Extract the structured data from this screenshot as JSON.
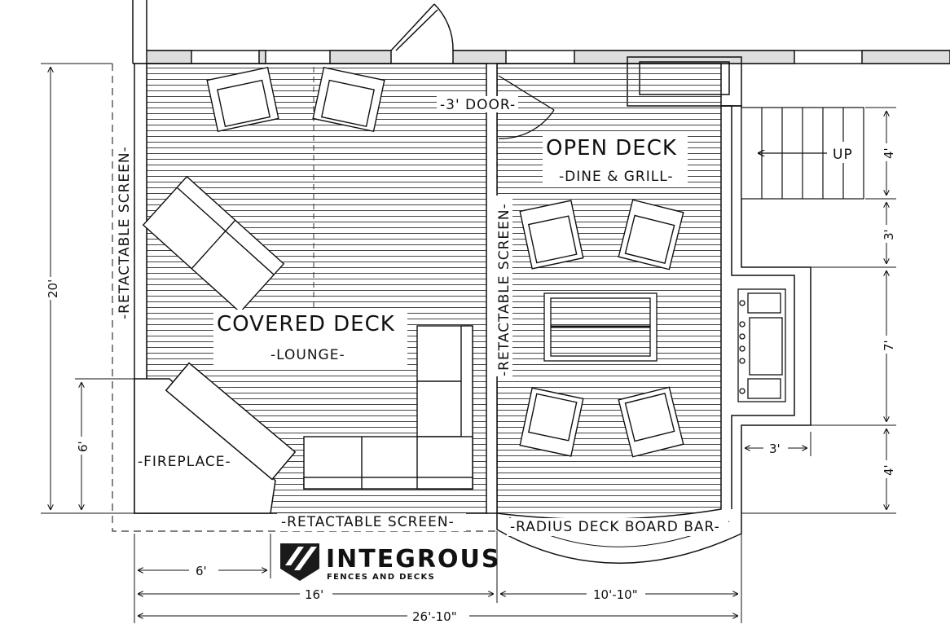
{
  "areas": {
    "covered_title": "COVERED DECK",
    "covered_sub": "-LOUNGE-",
    "open_title": "OPEN DECK",
    "open_sub": "-DINE & GRILL-",
    "fireplace": "-FIREPLACE-",
    "door": "-3' DOOR-",
    "up": "UP",
    "screen_left": "-RETACTABLE SCREEN-",
    "screen_mid": "-RETACTABLE SCREEN-",
    "screen_bottom": "-RETACTABLE SCREEN-",
    "bar": "-RADIUS DECK BOARD BAR-"
  },
  "dimensions": {
    "height_total": "20'",
    "fireplace_height": "6'",
    "fireplace_width": "6'",
    "covered_width": "16'",
    "open_width": "10'-10\"",
    "total_width": "26'-10\"",
    "stair_depth": "4'",
    "landing": "3'",
    "grill_run": "7'",
    "bottom_run": "4'",
    "grill_depth": "3'"
  },
  "logo": {
    "name": "INTEGROUS",
    "tagline": "FENCES AND DECKS"
  }
}
